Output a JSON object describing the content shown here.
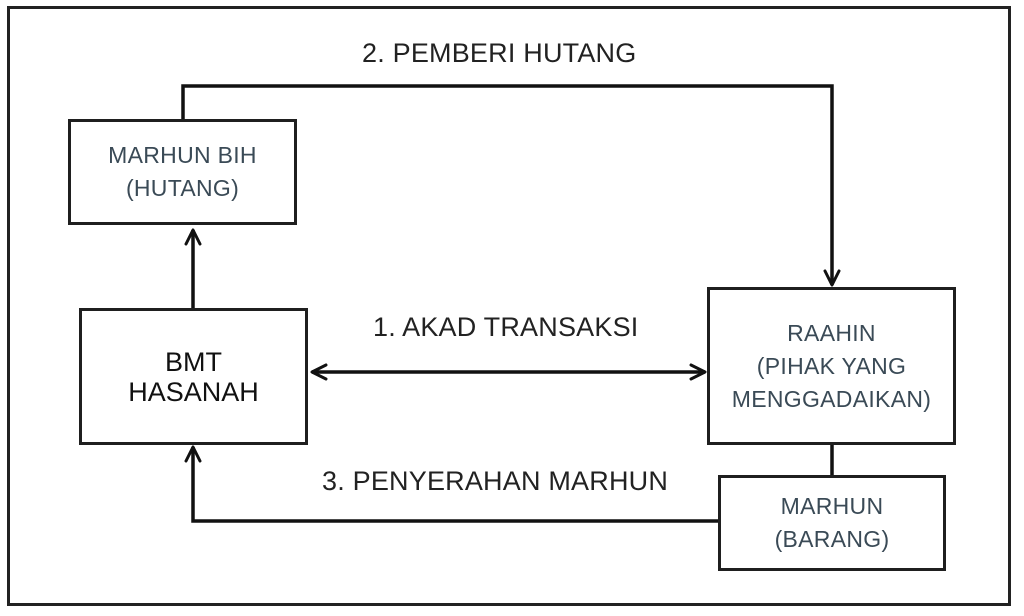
{
  "nodes": {
    "bmt": {
      "lines": [
        "BMT",
        "HASANAH"
      ]
    },
    "marhun_bih": {
      "lines": [
        "MARHUN BIH",
        "(HUTANG)"
      ]
    },
    "raahin": {
      "lines": [
        "RAAHIN",
        "(PIHAK YANG",
        "MENGGADAIKAN)"
      ]
    },
    "marhun": {
      "lines": [
        "MARHUN",
        "(BARANG)"
      ]
    }
  },
  "edges": {
    "akad": {
      "label": "1. AKAD TRANSAKSI"
    },
    "pemberi": {
      "label": "2. PEMBERI HUTANG"
    },
    "penyerahan": {
      "label": "3. PENYERAHAN MARHUN"
    }
  }
}
